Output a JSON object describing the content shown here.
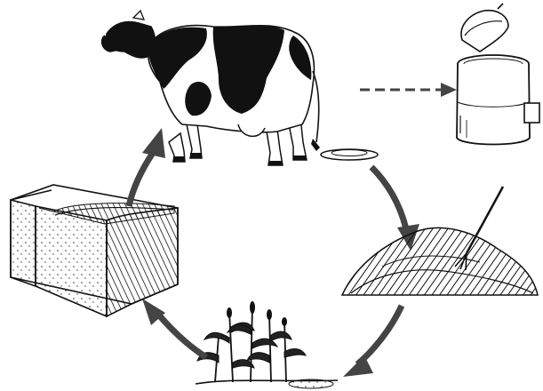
{
  "diagram": {
    "kind": "dairy nutrient cycle illustration",
    "nodes": [
      {
        "id": "cow",
        "icon": "cow-icon"
      },
      {
        "id": "milk-can",
        "icon": "milk-can-icon"
      },
      {
        "id": "manure",
        "icon": "manure-pile-icon"
      },
      {
        "id": "compost",
        "icon": "compost-pile-icon"
      },
      {
        "id": "corn",
        "icon": "corn-plants-icon"
      },
      {
        "id": "silage",
        "icon": "silage-bunker-icon"
      }
    ],
    "edges": [
      {
        "from": "cow",
        "to": "milk-can",
        "style": "dashed"
      },
      {
        "from": "manure",
        "to": "compost",
        "style": "solid"
      },
      {
        "from": "compost",
        "to": "corn",
        "style": "solid"
      },
      {
        "from": "corn",
        "to": "silage",
        "style": "solid"
      },
      {
        "from": "silage",
        "to": "cow",
        "style": "solid"
      }
    ],
    "colors": {
      "ink": "#111111",
      "arrow": "#444444",
      "paper": "#ffffff"
    }
  }
}
